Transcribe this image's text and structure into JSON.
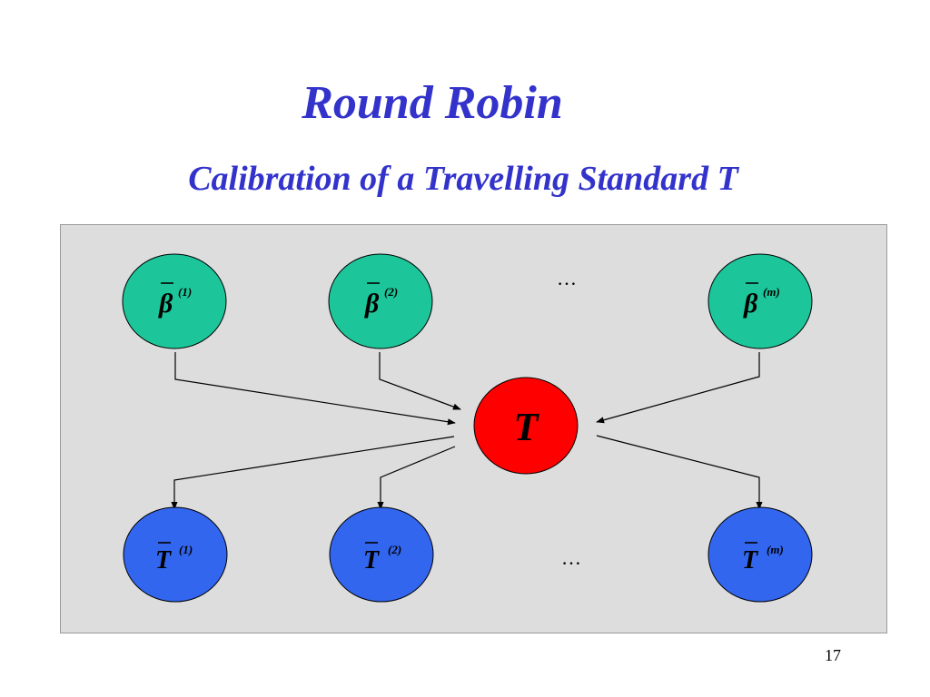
{
  "slide": {
    "title": "Round Robin",
    "subtitle": "Calibration of a Travelling Standard T",
    "page_number": "17"
  },
  "diagram": {
    "center_node": {
      "label": "T",
      "color": "#ff0000"
    },
    "top_nodes": [
      {
        "base": "β",
        "sup": "(1)",
        "color": "#1dc69a"
      },
      {
        "base": "β",
        "sup": "(2)",
        "color": "#1dc69a"
      },
      {
        "base": "β",
        "sup": "(m)",
        "color": "#1dc69a"
      }
    ],
    "bottom_nodes": [
      {
        "base": "T",
        "sup": "(1)",
        "color": "#3366ee"
      },
      {
        "base": "T",
        "sup": "(2)",
        "color": "#3366ee"
      },
      {
        "base": "T",
        "sup": "(m)",
        "color": "#3366ee"
      }
    ],
    "top_ellipsis": "…",
    "bottom_ellipsis": "…",
    "background_color": "#dddddd",
    "title_color": "#3333cc"
  }
}
